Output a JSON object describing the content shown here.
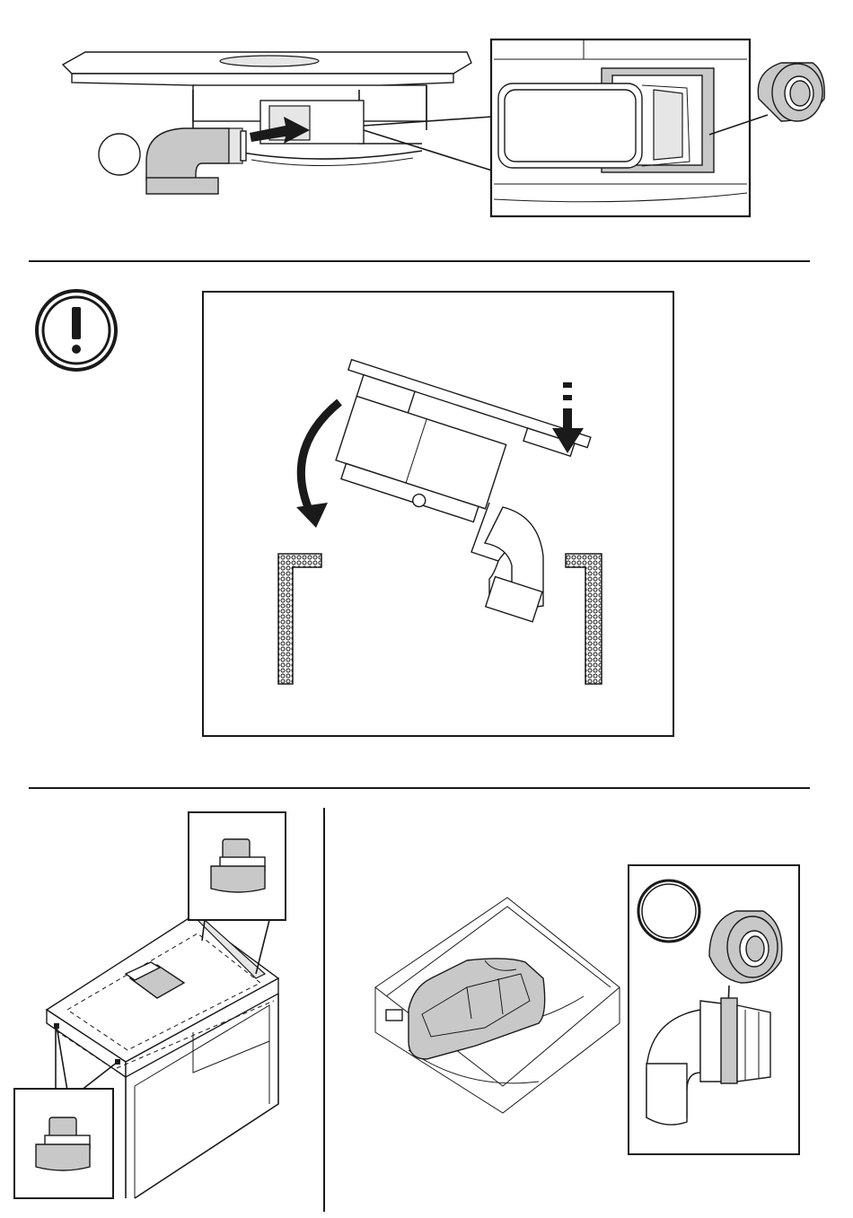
{
  "page": {
    "title": "",
    "steps": [
      {
        "id": "duct-connection",
        "badge_number": ""
      },
      {
        "id": "warning-insert",
        "badge_number": ""
      },
      {
        "id": "seal-elbow",
        "badge_number": ""
      }
    ]
  },
  "colors": {
    "line": "#1a1a1a",
    "tape": "#c8c8c8",
    "background": "#ffffff"
  },
  "icons": [
    "warning-icon",
    "tape-roll-icon",
    "arrow-icon",
    "clip-icon"
  ]
}
